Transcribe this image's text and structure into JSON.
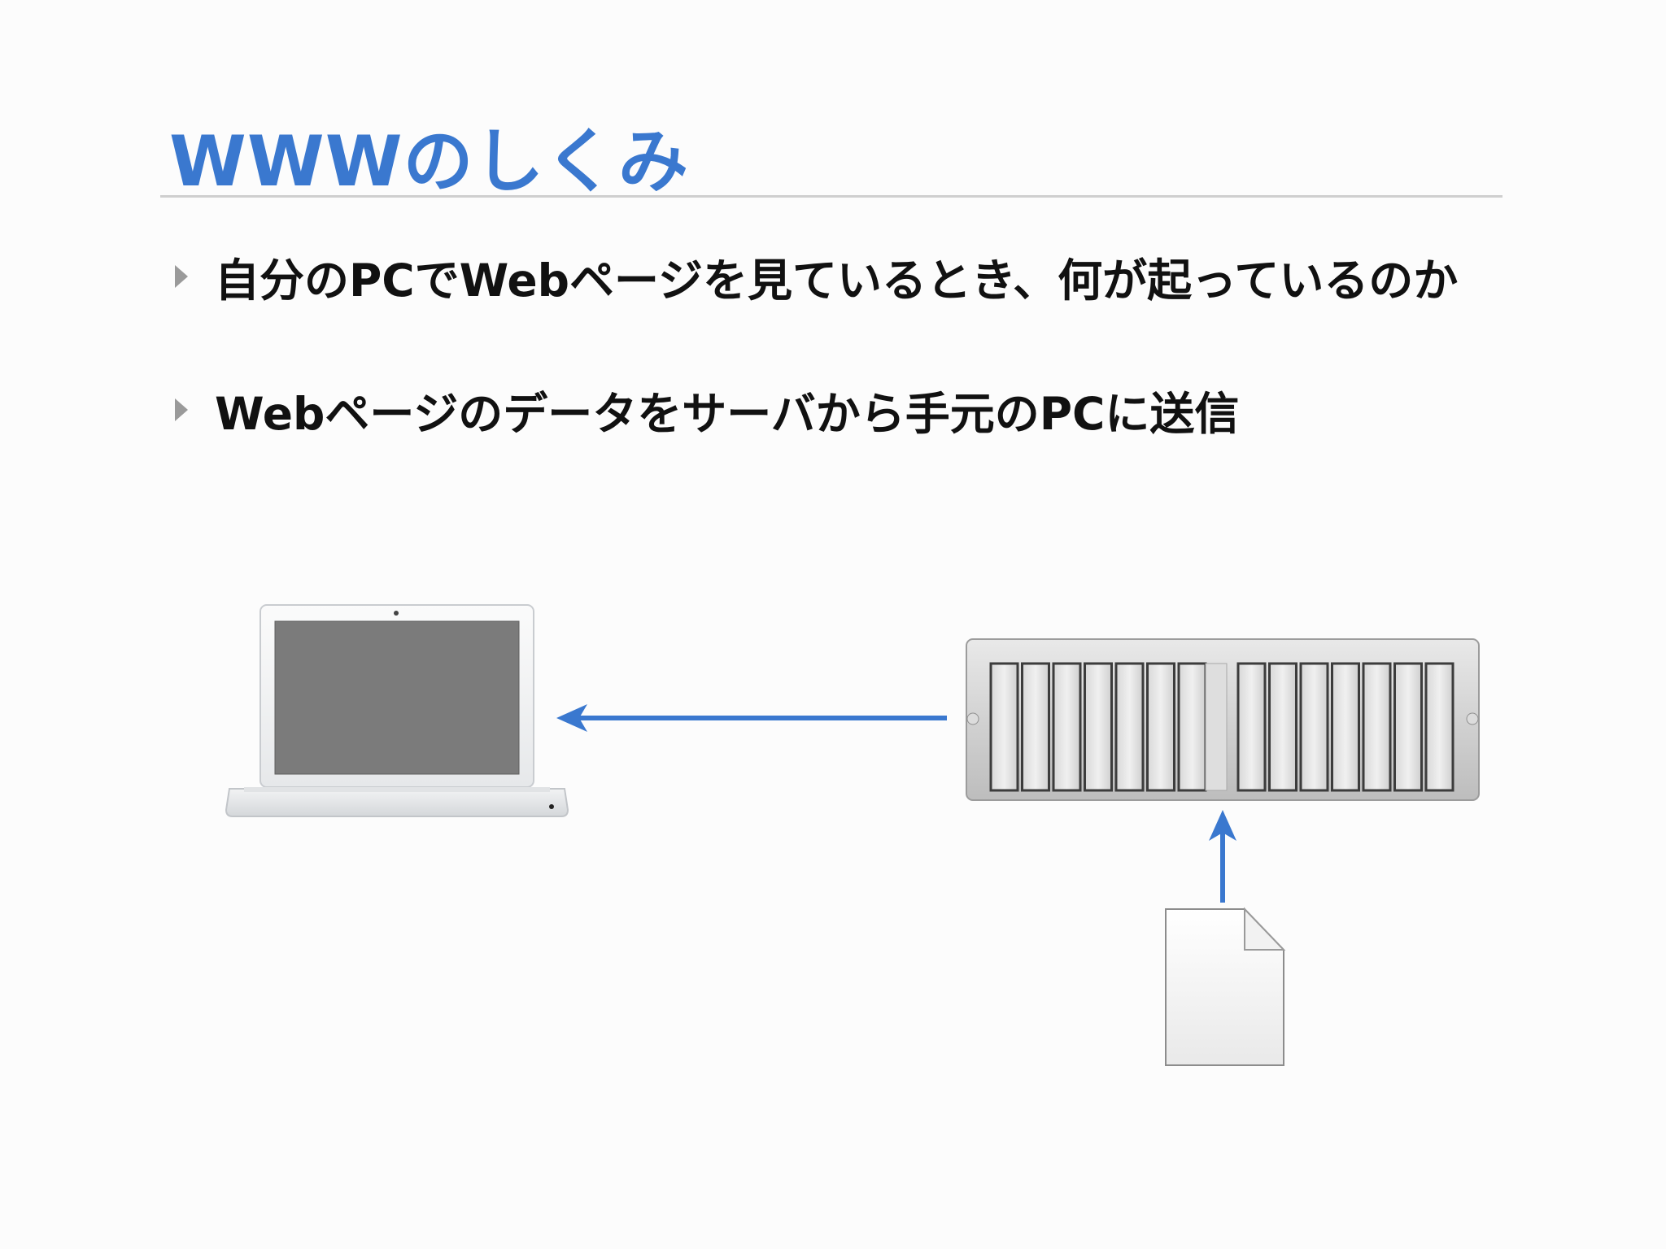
{
  "slide": {
    "title": "WWWのしくみ",
    "bullets": [
      "自分のPCでWebページを見ているとき、何が起っているのか",
      "Webページのデータをサーバから手元のPCに送信"
    ]
  },
  "colors": {
    "title": "#3a78cf",
    "arrow": "#3a78cf",
    "rule": "#cfcfcf",
    "text": "#111111"
  },
  "icons": {
    "laptop": "laptop-icon",
    "server": "server-rack-icon",
    "document": "document-icon",
    "bullet": "triangle-bullet-icon",
    "arrow": "arrow-icon"
  }
}
